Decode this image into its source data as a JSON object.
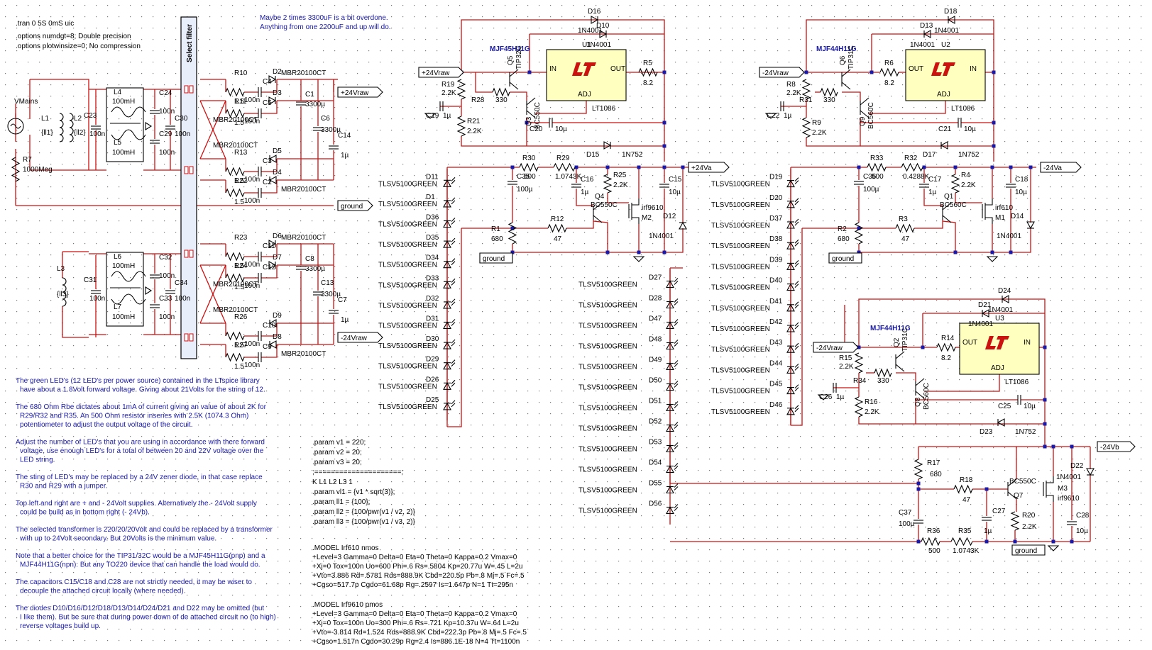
{
  "directives": {
    "tran": ".tran 0 5S 0mS uic",
    "numdgt": ".options numdgt=8; Double precision",
    "plotwinsize": ".options plotwinsize=0; No compression",
    "param_lines": [
      ".param v1 = 220;",
      ".param v2 = 20;",
      ".param v3 = 20;",
      ";=====================;",
      "K L1 L2 L3 1",
      ".param vl1 = {v1 * sqrt(3)};",
      ".param ll1 = {100};",
      ".param ll2 = {100/pwr(v1 / v2, 2)}",
      ".param ll3 = {100/pwr(v1 / v3, 2)}"
    ],
    "model_nmos": [
      ".MODEL Irf610 nmos",
      "+Level=3 Gamma=0 Delta=0 Eta=0 Theta=0 Kappa=0.2 Vmax=0",
      "+Xj=0 Tox=100n Uo=600 Phi=.6 Rs=.5804 Kp=20.77u W=.45 L=2u",
      "+Vto=3.886 Rd=.5781 Rds=888.9K Cbd=220.5p Pb=.8 Mj=.5 Fc=.5",
      "+Cgso=517.7p Cgdo=61.68p Rg=.2597 Is=1.647p N=1 Tt=295n"
    ],
    "model_pmos": [
      ".MODEL Irf9610 pmos",
      "+Level=3 Gamma=0 Delta=0 Eta=0 Theta=0 Kappa=0.2 Vmax=0",
      "+Xj=0 Tox=100n Uo=300 Phi=.6 Rs=.721 Kp=10.37u W=.64 L=2u",
      "+Vto=-3.814 Rd=1.524 Rds=888.9K Cbd=222.3p Pb=.8 Mj=.5 Fc=.5",
      "+Cgso=1.517n Cgdo=30.29p Rg=2.4 Is=886.1E-18 N=4 Tt=1100n"
    ]
  },
  "notes": {
    "top": [
      "Maybe 2 times 3300uF is a bit overdone.",
      "Anything from one 2200uF and up will do."
    ],
    "paragraphs": [
      [
        "The green LED's (12 LED's per power source) contained in the LTspice library",
        "have about a 1.8Volt forward voltage. Giving about 21Volts for the string of 12."
      ],
      [
        "The 680 Ohm Rbe dictates about 1mA of current giving an value of about 2K for",
        "R29/R32 and R35. An 500 Ohm resistor inseries with 2.5K (1074.3 Ohm)",
        "potentiometer to adjust the output voltage of the circuit."
      ],
      [
        "Adjust the number of LED's that you are using in accordance with there forward",
        "voltage, use enough LED's for a total of between 20 and 22V voltage over the",
        "LED string."
      ],
      [
        "The sting of LED's may be replaced by a 24V zener diode, in that case replace",
        "R30 and R29 with a jumper."
      ],
      [
        "Top left and right are + and - 24Volt supplies. Alternatively the - 24Volt supply",
        "could be build as in bottom right (- 24Vb)."
      ],
      [
        "The selected transformer is 220/20/20Volt and could be replaced by a transformer",
        "with up to 24Volt secondary. But 20Volts is the minimum value."
      ],
      [
        "Note that a better choice for the TIP31/32C would be a MJF45H11G(pnp) and a",
        "MJF44H11G(npn): But any TO220 device that can handle the load would do."
      ],
      [
        "The capacitors C15/C18 and C28 are not strictly needed, it may be wiser to",
        "decouple the attached circuit locally (where needed)."
      ],
      [
        "The diodes D10/D16/D12/D18/D13/D14/D24/D21 and D22 may be omitted (but",
        "I like them). But be sure that during power down of de attached circuit no (to high)",
        "reverse voltages build up."
      ]
    ]
  },
  "net_labels": {
    "p24vraw_out": "+24Vraw",
    "m24vraw_out": "-24Vraw",
    "ground_mid": "ground",
    "p24vraw_in": "+24Vraw",
    "m24vraw_in_a": "-24Vraw",
    "m24vraw_in_b": "-24Vraw",
    "p24va": "+24Va",
    "m24va": "-24Va",
    "m24vb": "-24Vb",
    "gnd_a": "ground",
    "gnd_b": "ground",
    "gnd_c": "ground"
  },
  "filter": {
    "label": "Select filter"
  },
  "source": {
    "name": "VMains",
    "L1": "L1",
    "L2": "L2",
    "L3": "L3",
    "ll1": "{ll1}",
    "ll2": "{ll2}",
    "ll3": "{ll3}",
    "R7": "R7",
    "R7v": "1000Meg",
    "C23": "C23",
    "C23v": "100n",
    "C31": "C31",
    "C31v": "100n"
  },
  "chokes": [
    {
      "a": "L4",
      "b": "L5",
      "va": "100mH",
      "vb": "100mH",
      "c1": "C24",
      "c1v": "100n",
      "c2": "C29",
      "c2v": "100n",
      "c3": "C30",
      "c3v": "100n"
    },
    {
      "a": "L6",
      "b": "L7",
      "va": "100mH",
      "vb": "100mH",
      "c1": "C32",
      "c1v": "100n",
      "c2": "C33",
      "c2v": "100n",
      "c3": "C34",
      "c3v": "100n"
    }
  ],
  "bridges": [
    {
      "r": [
        "R10",
        "R11",
        "R13",
        "R22"
      ],
      "rv": "1.5",
      "c": [
        "C4",
        "C5",
        "C3",
        "C2"
      ],
      "cv": "100n",
      "d": [
        "D2",
        "D3",
        "D5",
        "D4"
      ],
      "dv": "MBR20100CT",
      "big1": "C1",
      "big1v": "3300µ",
      "big2": "C6",
      "big2v": "3300µ",
      "sm": "C14",
      "smv": "1µ"
    },
    {
      "r": [
        "R23",
        "R24",
        "R26",
        "R27"
      ],
      "rv": "1.5",
      "c": [
        "C11",
        "C12",
        "C10",
        "C9"
      ],
      "cv": "100n",
      "d": [
        "D6",
        "D7",
        "D9",
        "D8"
      ],
      "dv": "MBR20100CT",
      "big1": "C8",
      "big1v": "3300µ",
      "big2": "C13",
      "big2v": "3300µ",
      "sm": "C7",
      "smv": "1µ"
    }
  ],
  "reg_pos": {
    "trans": "MJF45H11G",
    "U": "U1",
    "type": "LT1086",
    "in": "IN",
    "out": "OUT",
    "adj": "ADJ",
    "R5": "R5",
    "R5v": "8.2",
    "D16": "D16",
    "D10": "D10",
    "dv": "1N4001",
    "R19": "R19",
    "R19v": "2.2K",
    "C19": "C19",
    "C19v": "1µ",
    "R21": "R21",
    "R21v": "2.2K",
    "R28": "R28",
    "R28v": "330",
    "Q5": "Q5",
    "Q5t": "TIP32C",
    "Q3": "Q3",
    "Q3t": "BC550C",
    "C20": "C20",
    "C20v": "10µ",
    "D15": "D15",
    "D15v": "1N752"
  },
  "reg_neg": {
    "trans": "MJF44H11G",
    "U": "U2",
    "type": "LT1086",
    "in": "IN",
    "out": "OUT",
    "adj": "ADJ",
    "R6": "R6",
    "R6v": "8.2",
    "D18": "D18",
    "D13": "D13",
    "dv": "1N4001",
    "R8": "R8",
    "R8v": "2.2K",
    "C22": "C22",
    "C22v": "1µ",
    "R9": "R9",
    "R9v": "2.2K",
    "R31": "R31",
    "R31v": "330",
    "Q6": "Q6",
    "Q6t": "TIP31C",
    "Q9": "Q9",
    "Q9t": "BC560C",
    "C21": "C21",
    "C21v": "10µ",
    "D17": "D17",
    "D17v": "1N752"
  },
  "reg_b": {
    "trans": "MJF44H11G",
    "U": "U3",
    "type": "LT1086",
    "in": "IN",
    "out": "OUT",
    "adj": "ADJ",
    "R14": "R14",
    "R14v": "8.2",
    "D24": "D24",
    "D21": "D21",
    "dv": "1N4001",
    "R15": "R15",
    "R15v": "2.2K",
    "C26": "C26",
    "C26v": "1µ",
    "R16": "R16",
    "R16v": "2.2K",
    "R34": "R34",
    "R34v": "330",
    "Q2": "Q2",
    "Q2t": "TIP31C",
    "Q8": "Q8",
    "Q8t": "BC560C",
    "C25": "C25",
    "C25v": "10µ",
    "D23": "D23",
    "D23v": "1N752"
  },
  "ctrl_a": {
    "R30": "R30",
    "R30v": "500",
    "R29": "R29",
    "R29v": "1.0743K",
    "C35": "C35",
    "C35v": "100µ",
    "C16": "C16",
    "C16v": "1µ",
    "R25": "R25",
    "R25v": "2.2K",
    "M2": "M2",
    "M2t": "irf9610",
    "Q4": "Q4",
    "Q4t": "BC550C",
    "R12": "R12",
    "R12v": "47",
    "R1": "R1",
    "R1v": "680",
    "C15": "C15",
    "C15v": "10µ",
    "D12": "D12",
    "D12v": "1N4001"
  },
  "ctrl_b": {
    "R33": "R33",
    "R33v": "500",
    "R32": "R32",
    "R32v": "0.4288K",
    "C36": "C36",
    "C36v": "100µ",
    "C17": "C17",
    "C17v": "1µ",
    "R4": "R4",
    "R4v": "2.2K",
    "M1": "M1",
    "M1t": "irf610",
    "Q1": "Q1",
    "Q1t": "BC560C",
    "R3": "R3",
    "R3v": "47",
    "R2": "R2",
    "R2v": "680",
    "C18": "C18",
    "C18v": "10µ",
    "D14": "D14",
    "D14v": "1N4001"
  },
  "ctrl_c": {
    "R17": "R17",
    "R17v": "680",
    "R18": "R18",
    "R18v": "47",
    "Q7": "Q7",
    "Q7t": "BC550C",
    "M3": "M3",
    "M3t": "irf9610",
    "C27": "C27",
    "C27v": "1µ",
    "R20": "R20",
    "R20v": "2.2K",
    "C37": "C37",
    "C37v": "100µ",
    "R36": "R36",
    "R36v": "500",
    "R35": "R35",
    "R35v": "1.0743K",
    "C28": "C28",
    "C28v": "10µ",
    "D22": "D22",
    "D22v": "1N4001"
  },
  "led_model": "TLSV5100GREEN",
  "led_strings": [
    [
      "D11",
      "D1",
      "D36",
      "D35",
      "D34",
      "D33",
      "D32",
      "D31",
      "D30",
      "D29",
      "D26",
      "D25"
    ],
    [
      "D27",
      "D28",
      "D47",
      "D48",
      "D49",
      "D50",
      "D51",
      "D52",
      "D53",
      "D54",
      "D55",
      "D56"
    ],
    [
      "D19",
      "D20",
      "D37",
      "D38",
      "D39",
      "D40",
      "D41",
      "D42",
      "D43",
      "D44",
      "D45",
      "D46"
    ]
  ]
}
